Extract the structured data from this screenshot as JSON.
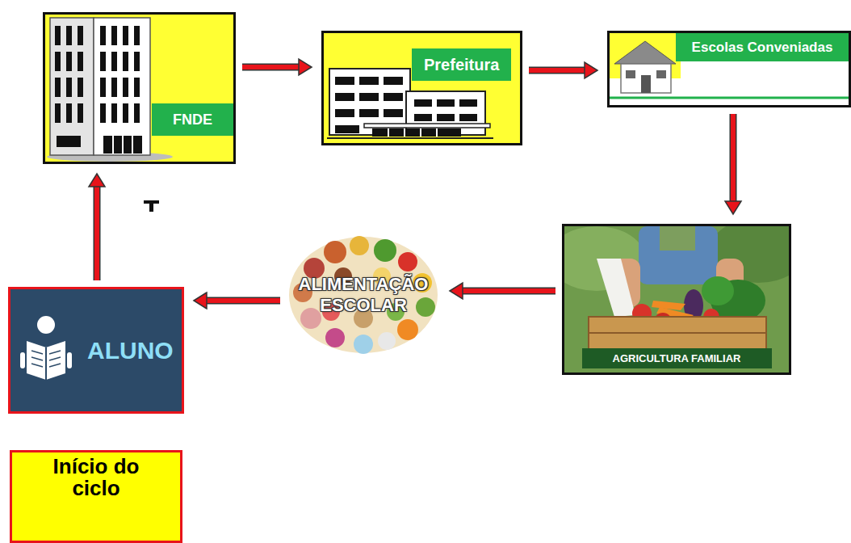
{
  "diagram": {
    "nodes": [
      {
        "text": [
          "FNDE"
        ]
      },
      {
        "text": [
          "Prefeitura"
        ]
      },
      {
        "text": [
          "Escolas Conveniadas"
        ]
      },
      {
        "text": [
          "AGRICULTURA FAMILIAR"
        ]
      },
      {
        "text": [
          "ALIMENTAÇÃO ESCOLAR"
        ]
      },
      {
        "text": [
          "ALUNO"
        ]
      },
      {
        "text": [
          "Início do ciclo"
        ]
      }
    ],
    "edges": [
      {
        "from": 0,
        "to": 1,
        "arrow": "to"
      },
      {
        "from": 1,
        "to": 2,
        "arrow": "to"
      },
      {
        "from": 2,
        "to": 3,
        "arrow": "to"
      },
      {
        "from": 3,
        "to": 4,
        "arrow": "to"
      },
      {
        "from": 4,
        "to": 5,
        "arrow": "to"
      },
      {
        "from": 5,
        "to": 0,
        "arrow": "to"
      }
    ]
  }
}
